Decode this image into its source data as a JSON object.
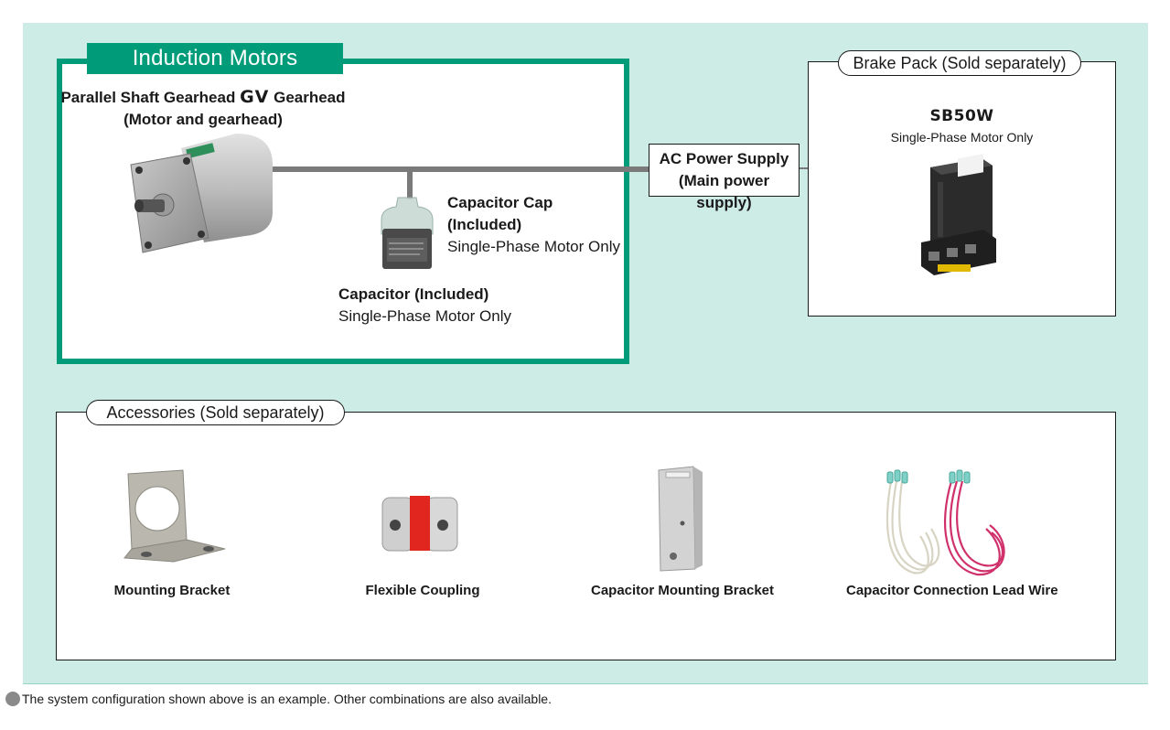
{
  "motor_section": {
    "tab_label": "Induction Motors",
    "title_prefix": "Parallel Shaft Gearhead ",
    "title_logo": "GV",
    "title_suffix": " Gearhead",
    "title_line2": "(Motor and gearhead)"
  },
  "capacitor_cap": {
    "title_line1": "Capacitor Cap",
    "title_line2": "(Included)",
    "note": "Single-Phase Motor Only"
  },
  "capacitor": {
    "title": "Capacitor (Included)",
    "note": "Single-Phase Motor Only"
  },
  "ac_power": {
    "line1": "AC Power Supply",
    "line2": "(Main power supply)"
  },
  "brake_pack": {
    "pill_label": "Brake Pack (Sold separately)",
    "model": "SB50W",
    "note": "Single-Phase Motor Only"
  },
  "accessories": {
    "pill_label": "Accessories (Sold separately)",
    "items": [
      {
        "label": "Mounting Bracket",
        "icon": "mounting-bracket-icon"
      },
      {
        "label": "Flexible Coupling",
        "icon": "flexible-coupling-icon"
      },
      {
        "label": "Capacitor Mounting Bracket",
        "icon": "capacitor-mounting-bracket-icon"
      },
      {
        "label": "Capacitor Connection Lead Wire",
        "icon": "lead-wire-icon"
      }
    ]
  },
  "footer": {
    "text": "The system configuration shown above is an example. Other combinations are also available."
  },
  "colors": {
    "accent": "#009c7a",
    "background": "#cdece6",
    "wire": "#7a7a7a"
  }
}
